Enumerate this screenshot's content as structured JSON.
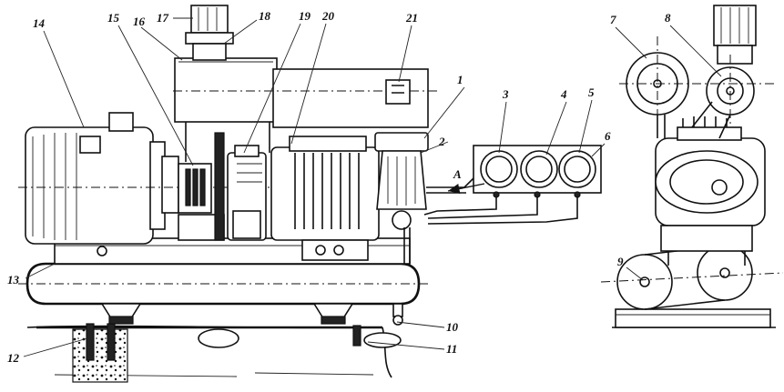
{
  "diagram": {
    "callouts": [
      {
        "id": "c1",
        "text": "1"
      },
      {
        "id": "c2",
        "text": "2"
      },
      {
        "id": "c3",
        "text": "3"
      },
      {
        "id": "c4",
        "text": "4"
      },
      {
        "id": "c5",
        "text": "5"
      },
      {
        "id": "c6",
        "text": "6"
      },
      {
        "id": "c7",
        "text": "7"
      },
      {
        "id": "c8",
        "text": "8"
      },
      {
        "id": "c9",
        "text": "9"
      },
      {
        "id": "c10",
        "text": "10"
      },
      {
        "id": "c11",
        "text": "11"
      },
      {
        "id": "c12",
        "text": "12"
      },
      {
        "id": "c13",
        "text": "13"
      },
      {
        "id": "c14",
        "text": "14"
      },
      {
        "id": "c15",
        "text": "15"
      },
      {
        "id": "c16",
        "text": "16"
      },
      {
        "id": "c17",
        "text": "17"
      },
      {
        "id": "c18",
        "text": "18"
      },
      {
        "id": "c19",
        "text": "19"
      },
      {
        "id": "c20",
        "text": "20"
      },
      {
        "id": "c21",
        "text": "21"
      }
    ],
    "flow_arrow_label": "A"
  }
}
